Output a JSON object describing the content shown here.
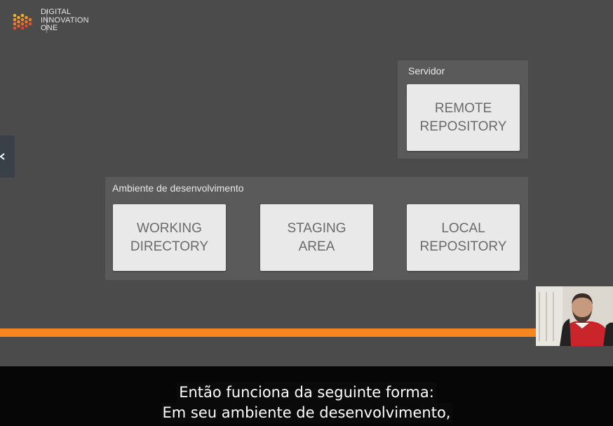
{
  "logo": {
    "lines": [
      "DIGITAL",
      "INNOVATION",
      "ONE"
    ]
  },
  "side_tab": {
    "icon": "chevron-left-icon"
  },
  "servidor_panel": {
    "label": "Servidor",
    "boxes": [
      {
        "text": "REMOTE\nREPOSITORY"
      }
    ]
  },
  "ambiente_panel": {
    "label": "Ambiente de desenvolvimento",
    "boxes": [
      {
        "text": "WORKING\nDIRECTORY"
      },
      {
        "text": "STAGING\nAREA"
      },
      {
        "text": "LOCAL\nREPOSITORY"
      }
    ]
  },
  "progress": {
    "fraction": 0.875,
    "color": "#f7861e"
  },
  "webcam": {
    "alt": "presenter-webcam"
  },
  "captions": {
    "line1": "Então funciona da seguinte forma:",
    "line2": "Em seu ambiente de desenvolvimento,"
  }
}
